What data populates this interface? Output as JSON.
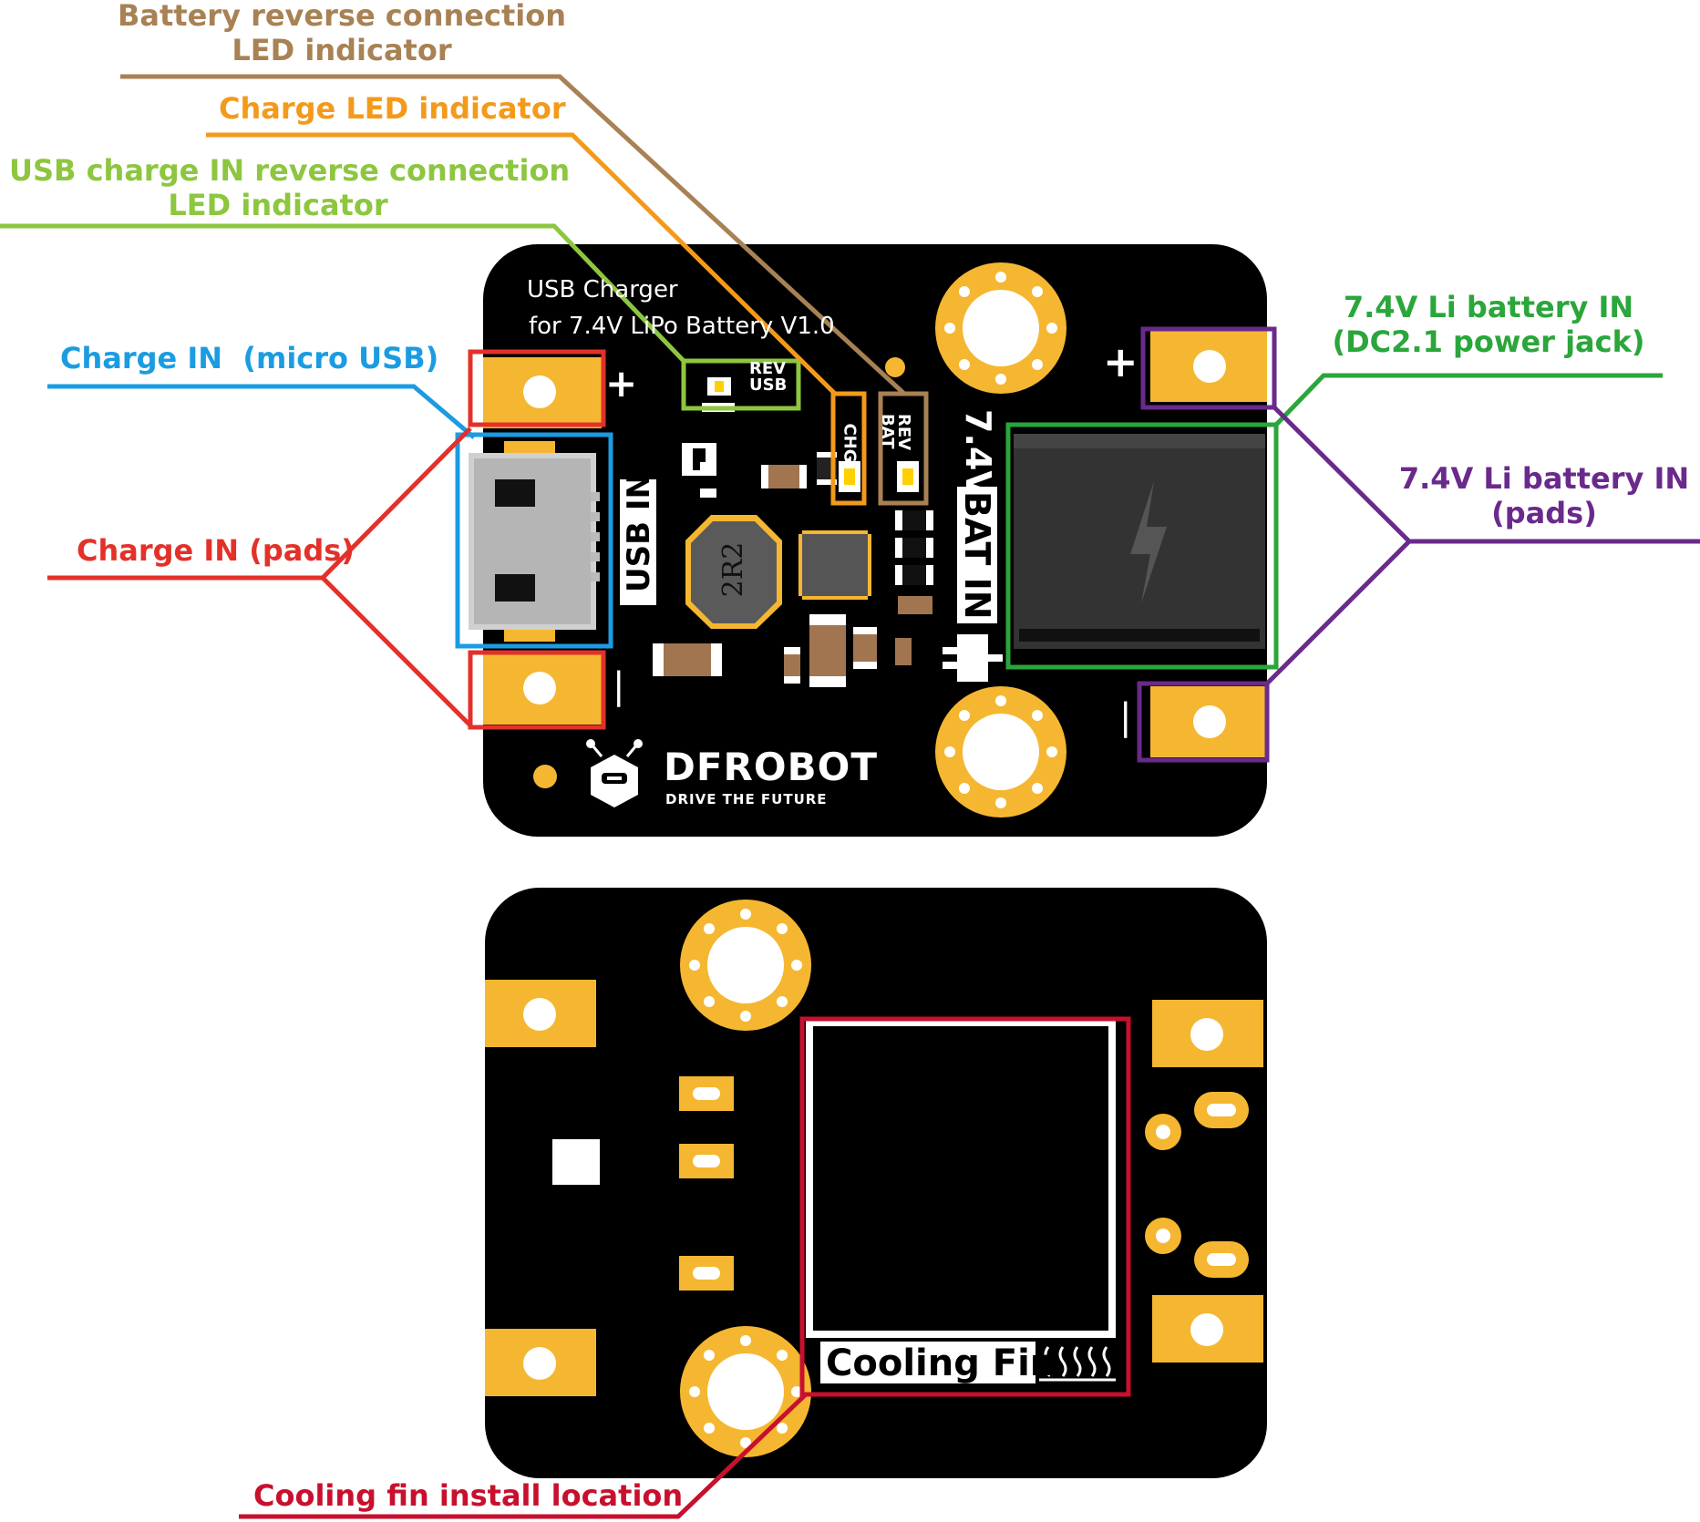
{
  "colors": {
    "pcb": "#000000",
    "pad": "#f5b731",
    "battery_reverse": "#a88154",
    "charge_led": "#f39a1b",
    "usb_reverse": "#8dc63f",
    "charge_in_usb": "#1b9ce2",
    "charge_in_pads": "#e3312a",
    "battery_jack": "#2aa63b",
    "battery_pads": "#6a2a8c",
    "cooling_fin": "#c8102e"
  },
  "callouts": {
    "battery_reverse": [
      "Battery reverse connection",
      "LED indicator"
    ],
    "charge_led": "Charge LED indicator",
    "usb_reverse": [
      "USB charge IN reverse connection",
      "LED indicator"
    ],
    "charge_in_usb": "Charge IN  (micro USB)",
    "charge_in_pads": "Charge IN (pads)",
    "battery_jack": [
      "7.4V Li battery IN",
      "(DC2.1 power jack)"
    ],
    "battery_pads": [
      "7.4V Li battery IN",
      "(pads)"
    ],
    "cooling_fin": "Cooling fin install location"
  },
  "board_front": {
    "title_line1": "USB Charger",
    "title_line2": "for 7.4V LiPo Battery V1.0",
    "usb_label": "USB IN",
    "bat_label_top": "7.4V",
    "bat_label_bottom": "BAT IN",
    "led_rev_usb": [
      "REV",
      "USB"
    ],
    "led_chg": "CHG",
    "led_rev_bat": [
      "REV",
      "BAT"
    ],
    "inductor": "2R2",
    "plus": "+",
    "minus": "|",
    "brand": "DFROBOT",
    "tagline": "DRIVE THE FUTURE"
  },
  "board_back": {
    "fin_label": "Cooling Fin"
  }
}
